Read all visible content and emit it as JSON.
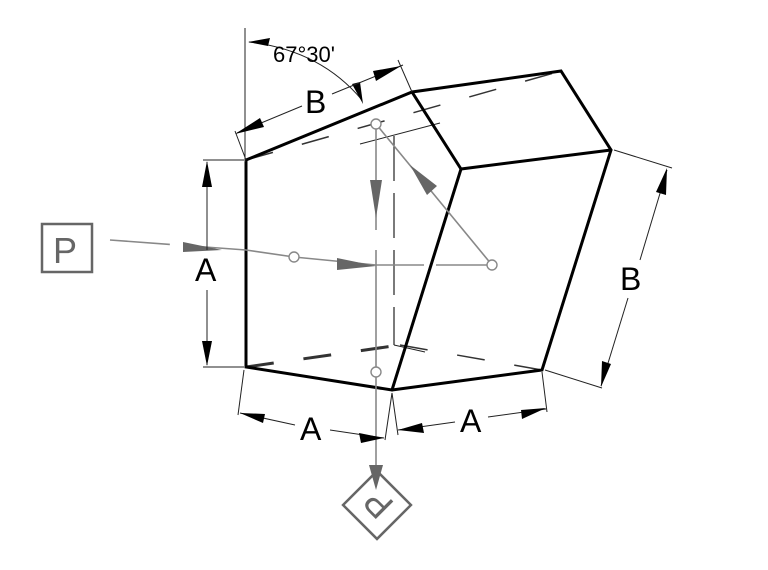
{
  "diagram": {
    "type": "prism-technical-drawing",
    "angle_label": "67°30'",
    "dimensions": {
      "top_edge": "B",
      "left_edge": "A",
      "bottom_left_edge": "A",
      "bottom_right_edge": "A",
      "right_edge": "B"
    },
    "symbols": {
      "input_symbol": "P",
      "output_symbol": "P"
    },
    "colors": {
      "edge": "#000000",
      "ray": "#888888",
      "symbol": "#666666",
      "background": "#ffffff"
    }
  }
}
